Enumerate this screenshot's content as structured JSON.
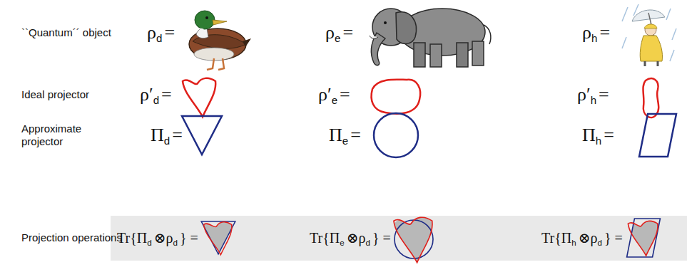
{
  "diagram": {
    "labels": [
      "``Quantum´´ object",
      "Ideal projector",
      "Approximate projector",
      "Projection operations",
      "ρ",
      "d",
      "=",
      "ρ",
      "e",
      "=",
      "ρ",
      "h",
      "=",
      "ρ′",
      "d",
      "=",
      "ρ′",
      "e",
      "=",
      "ρ′",
      "h",
      "=",
      "Π",
      "d",
      "=",
      "Π",
      "e",
      "=",
      "Π",
      "h",
      "=",
      "Tr{Π",
      "d",
      "⊗ρ",
      "d",
      "} =",
      "Tr{Π",
      "e",
      "⊗ρ",
      "d",
      "} =",
      "Tr{Π",
      "h",
      "⊗ρ",
      "d",
      "} ="
    ]
  }
}
